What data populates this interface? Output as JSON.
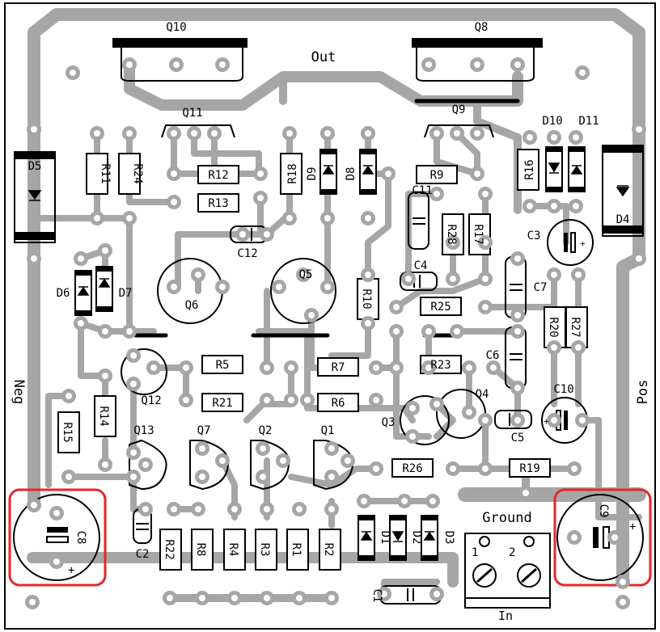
{
  "colors": {
    "trace": "#a6a6a6",
    "pad": "#ffffff",
    "outline": "#000000",
    "highlight": "#e8262b",
    "background": "#ffffff"
  },
  "labels": {
    "out": "Out",
    "neg": "Neg",
    "pos": "Pos",
    "ground": "Ground",
    "in": "In",
    "terminal_1": "1",
    "terminal_2": "2",
    "plus": "+"
  },
  "transistors": {
    "q10": "Q10",
    "q8": "Q8",
    "q11": "Q11",
    "q9": "Q9",
    "q5": "Q5",
    "q6": "Q6",
    "q12": "Q12",
    "q13": "Q13",
    "q7": "Q7",
    "q2": "Q2",
    "q1": "Q1",
    "q3": "Q3",
    "q4": "Q4"
  },
  "resistors": {
    "r11": "R11",
    "r24": "R24",
    "r12": "R12",
    "r13": "R13",
    "r18": "R18",
    "r9": "R9",
    "r16": "R16",
    "r28": "R28",
    "r17": "R17",
    "r10": "R10",
    "r25": "R25",
    "r20": "R20",
    "r27": "R27",
    "r5": "R5",
    "r7": "R7",
    "r23": "R23",
    "r14": "R14",
    "r21": "R21",
    "r6": "R6",
    "r15": "R15",
    "r26": "R26",
    "r19": "R19",
    "r22": "R22",
    "r8": "R8",
    "r4": "R4",
    "r3": "R3",
    "r1": "R1",
    "r2": "R2"
  },
  "capacitors": {
    "c12": "C12",
    "c11": "C11",
    "c4": "C4",
    "c3": "C3",
    "c7": "C7",
    "c6": "C6",
    "c10": "C10",
    "c5": "C5",
    "c8": "C8",
    "c9": "C9",
    "c2": "C2",
    "c1": "C1"
  },
  "diodes": {
    "d5": "D5",
    "d4": "D4",
    "d9": "D9",
    "d8": "D8",
    "d10": "D10",
    "d11": "D11",
    "d6": "D6",
    "d7": "D7",
    "d1": "D1",
    "d2": "D2",
    "d3": "D3"
  }
}
